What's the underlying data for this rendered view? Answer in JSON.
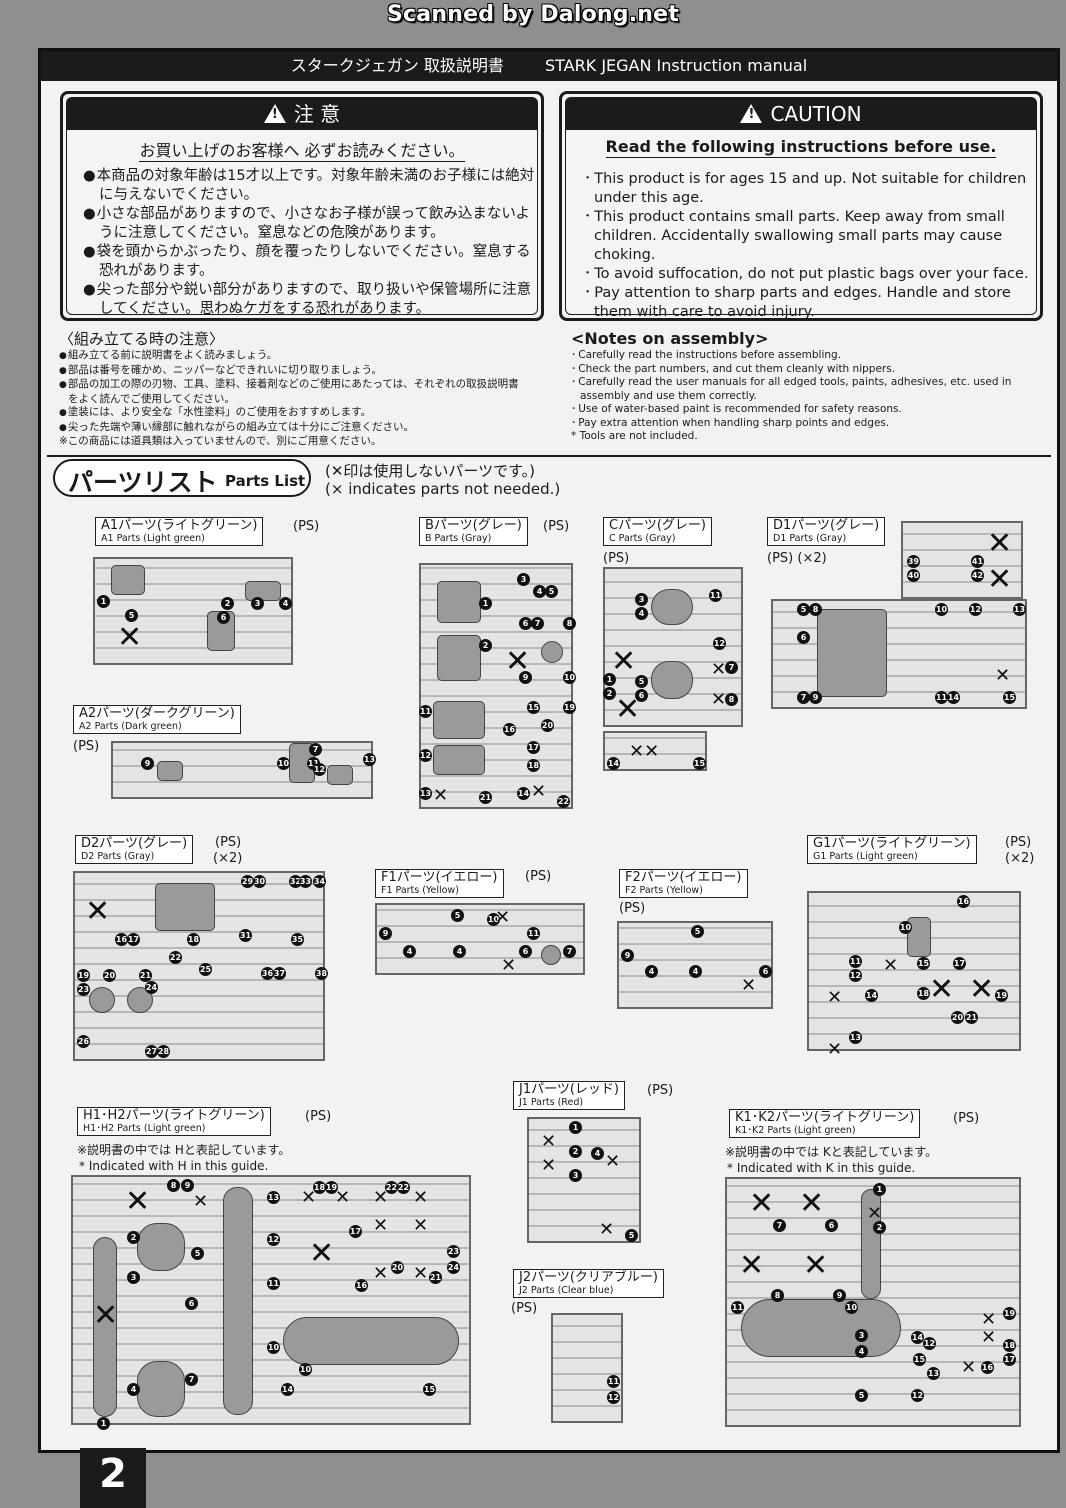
{
  "scan_credit": "Scanned by Dalong.net",
  "header": {
    "title_jp": "スタークジェガン 取扱説明書",
    "title_en": "STARK JEGAN Instruction manual"
  },
  "page_number": "2",
  "caution_jp": {
    "title": "注 意",
    "subtitle": "お買い上げのお客様へ 必ずお読みください。",
    "items": [
      "本商品の対象年齢は15才以上です。対象年齢未満のお子様には絶対に与えないでください。",
      "小さな部品がありますので、小さなお子様が誤って飲み込まないように注意してください。窒息などの危険があります。",
      "袋を頭からかぶったり、顔を覆ったりしないでください。窒息する恐れがあります。",
      "尖った部分や鋭い部分がありますので、取り扱いや保管場所に注意してください。思わぬケガをする恐れがあります。"
    ]
  },
  "caution_en": {
    "title": "CAUTION",
    "subtitle": "Read the following instructions before use.",
    "items": [
      "This product is for ages 15 and up. Not suitable for children under this age.",
      "This product contains small parts. Keep away from small children. Accidentally swallowing small parts may cause choking.",
      "To avoid suffocation, do not put plastic bags over your face.",
      "Pay attention to sharp parts and edges. Handle and store them with care to avoid injury."
    ]
  },
  "notes_jp": {
    "heading": "〈組み立てる時の注意〉",
    "items": [
      "組み立てる前に説明書をよく読みましょう。",
      "部品は番号を確かめ、ニッパーなどできれいに切り取りましょう。",
      "部品の加工の際の刃物、工具、塗料、接着剤などのご使用にあたっては、それぞれの取扱説明書をよく読んでご使用してください。",
      "塗装には、より安全な「水性塗料」のご使用をおすすめします。",
      "尖った先端や薄い縁部に触れながらの組み立ては十分にご注意ください。"
    ],
    "footnote": "※この商品には道具類は入っていませんので、別にご用意ください。"
  },
  "notes_en": {
    "heading": "<Notes on assembly>",
    "items": [
      "Carefully read the instructions before assembling.",
      "Check the part numbers, and cut them cleanly with nippers.",
      "Carefully read the user manuals for all edged tools, paints, adhesives, etc. used in assembly and use them correctly.",
      "Use of water-based paint is recommended for safety reasons.",
      "Pay extra attention when handling sharp points and edges."
    ],
    "footnote": "* Tools are not included."
  },
  "parts_list": {
    "title_jp": "パーツリスト",
    "title_en": "Parts List",
    "note_jp": "(✕印は使用しないパーツです。)",
    "note_en": "(× indicates parts not needed.)"
  },
  "runners": {
    "a1": {
      "jp": "A1パーツ(ライトグリーン)",
      "en": "A1 Parts (Light green)",
      "ps": "(PS)"
    },
    "a2": {
      "jp": "A2パーツ(ダークグリーン)",
      "en": "A2 Parts (Dark green)",
      "ps": "(PS)"
    },
    "b": {
      "jp": "Bパーツ(グレー)",
      "en": "B Parts (Gray)",
      "ps": "(PS)"
    },
    "c": {
      "jp": "Cパーツ(グレー)",
      "en": "C Parts (Gray)",
      "ps": "(PS)"
    },
    "d1": {
      "jp": "D1パーツ(グレー)",
      "en": "D1 Parts (Gray)",
      "ps": "(PS) (×2)"
    },
    "d2": {
      "jp": "D2パーツ(グレー)",
      "en": "D2 Parts (Gray)",
      "ps": "(PS)",
      "qty": "(×2)"
    },
    "f1": {
      "jp": "F1パーツ(イエロー)",
      "en": "F1 Parts (Yellow)",
      "ps": "(PS)"
    },
    "f2": {
      "jp": "F2パーツ(イエロー)",
      "en": "F2 Parts (Yellow)",
      "ps": "(PS)"
    },
    "g1": {
      "jp": "G1パーツ(ライトグリーン)",
      "en": "G1 Parts (Light green)",
      "ps": "(PS)",
      "qty": "(×2)"
    },
    "j1": {
      "jp": "J1パーツ(レッド)",
      "en": "J1 Parts (Red)",
      "ps": "(PS)"
    },
    "j2": {
      "jp": "J2パーツ(クリアブルー)",
      "en": "J2 Parts (Clear blue)",
      "ps": "(PS)"
    },
    "h": {
      "jp": "H1･H2パーツ(ライトグリーン)",
      "en": "H1･H2 Parts (Light green)",
      "ps": "(PS)",
      "note_jp": "※説明書の中では Hと表記しています。",
      "note_en": "* Indicated with H in this guide."
    },
    "k": {
      "jp": "K1･K2パーツ(ライトグリーン)",
      "en": "K1･K2 Parts (Light green)",
      "ps": "(PS)",
      "note_jp": "※説明書の中では Kと表記しています。",
      "note_en": "* Indicated with K in this guide."
    }
  }
}
